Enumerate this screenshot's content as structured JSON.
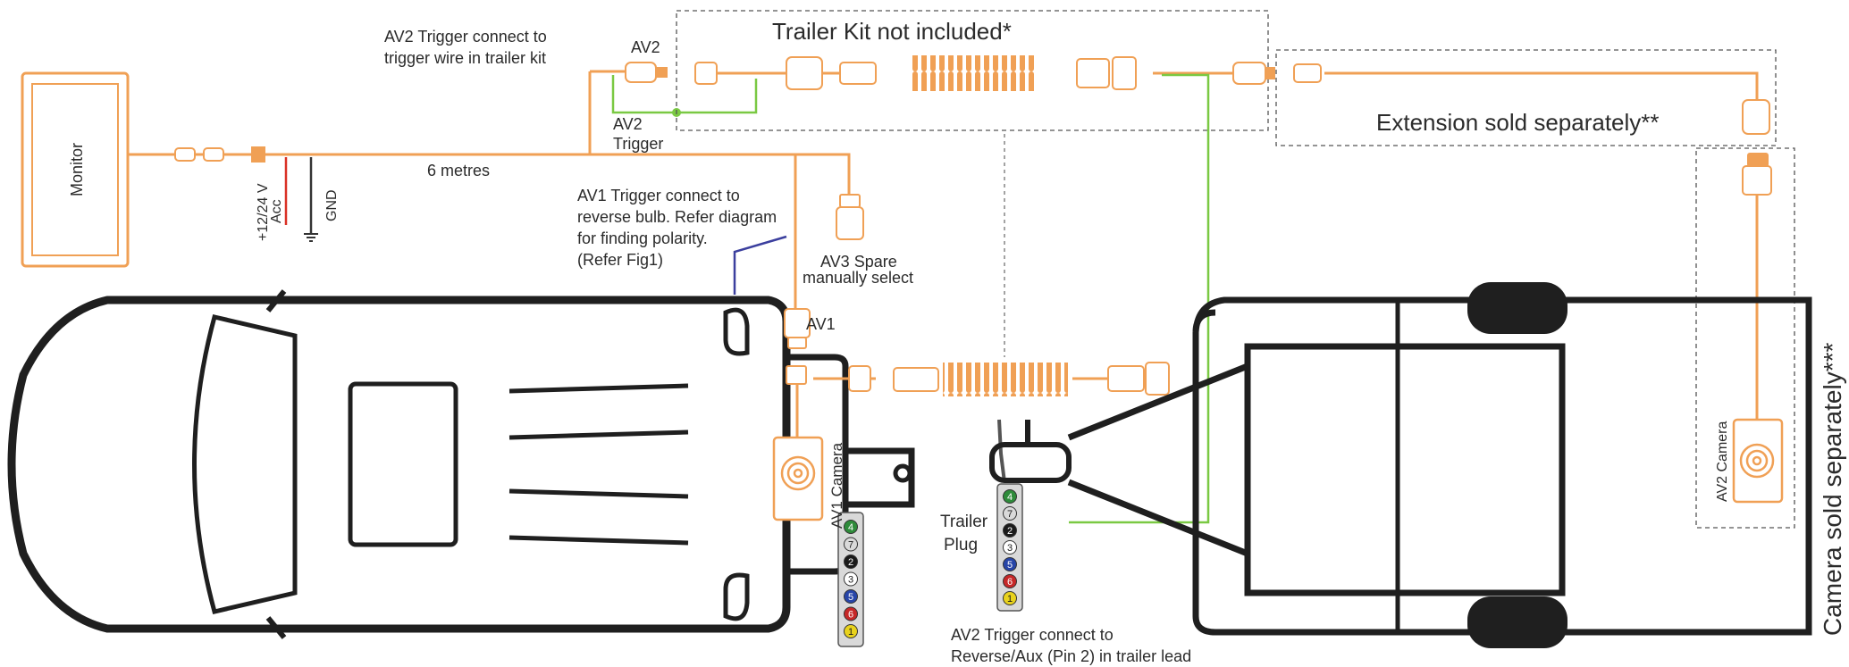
{
  "labels": {
    "monitor": "Monitor",
    "av2_trigger_note_line1": "AV2 Trigger connect to",
    "av2_trigger_note_line2": "trigger wire in trailer kit",
    "av2": "AV2",
    "av2_trigger_line1": "AV2",
    "av2_trigger_line2": "Trigger",
    "six_metres": "6 metres",
    "power_line1": "+12/24 V",
    "power_line2": "Acc",
    "gnd": "GND",
    "av1_note_line1": "AV1 Trigger connect to",
    "av1_note_line2": "reverse bulb. Refer diagram",
    "av1_note_line3": "for finding polarity.",
    "av1_note_line4": "(Refer Fig1)",
    "av3_line1": "AV3 Spare",
    "av3_line2": "manually select",
    "av1": "AV1",
    "av1_camera": "AV1 Camera",
    "trailer_kit": "Trailer Kit not   included*",
    "extension": "Extension sold separately**",
    "camera_sold": "Camera sold separately***",
    "av2_camera": "AV2 Camera",
    "trailer_plug_line1": "Trailer",
    "trailer_plug_line2": "Plug",
    "av2_pin_note_line1": "AV2 Trigger connect to",
    "av2_pin_note_line2": "Reverse/Aux (Pin 2) in trailer lead"
  },
  "plug_pins": [
    "4",
    "7",
    "2",
    "3",
    "5",
    "6",
    "1"
  ],
  "pin_colors": [
    "#2e8b3a",
    "#d9d9d9",
    "#1a1a1a",
    "#ffffff",
    "#2745a8",
    "#c62828",
    "#e8d21d"
  ],
  "colors": {
    "cable": "#f0a055",
    "trigger_wire": "#7ac943",
    "ground_wire": "#333333",
    "power_wire": "#d93025",
    "av1_trigger_wire": "#3b3f9e",
    "outline": "#1f1f1f",
    "dashed_box": "#555555"
  }
}
